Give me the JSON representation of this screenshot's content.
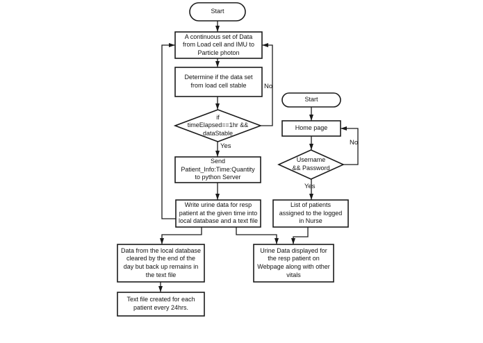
{
  "diagram": {
    "type": "flowchart",
    "colors": {
      "stroke": "#1a1a1a",
      "fill": "#ffffff",
      "text": "#111111"
    },
    "nodes": {
      "start1": {
        "type": "terminator",
        "label": "Start"
      },
      "box1": {
        "type": "process",
        "label": "A continuous set of Data\nfrom Load cell and IMU to\nParticle photon"
      },
      "box2": {
        "type": "process",
        "label": "Determine if the data set\nfrom load cell stable"
      },
      "diamond1": {
        "type": "decision",
        "label": "if\ntimeElapsed==1hr &&\ndataStable"
      },
      "box3": {
        "type": "process",
        "label": "Send\nPatient_Info:Time:Quantity\nto python Server"
      },
      "box4": {
        "type": "process",
        "label": "Write urine data for resp\npatient at the given time into\nlocal database and a text file"
      },
      "box5": {
        "type": "process",
        "label": "Data from the local database\ncleared by the end of the\nday but back up remains in\nthe text file"
      },
      "box6": {
        "type": "process",
        "label": "Text file created for each\npatient every 24hrs."
      },
      "start2": {
        "type": "terminator",
        "label": "Start"
      },
      "home": {
        "type": "process",
        "label": "Home page"
      },
      "diamond2": {
        "type": "decision",
        "label": "Username\n&& Password"
      },
      "box7": {
        "type": "process",
        "label": "List of patients\nassigned to the logged\nin Nurse"
      },
      "box8": {
        "type": "process",
        "label": "Urine Data displayed for\nthe resp patient on\nWebpage along with other\nvitals"
      }
    },
    "edge_labels": {
      "no1": "No",
      "yes1": "Yes",
      "no2": "No",
      "yes2": "Yes"
    }
  }
}
